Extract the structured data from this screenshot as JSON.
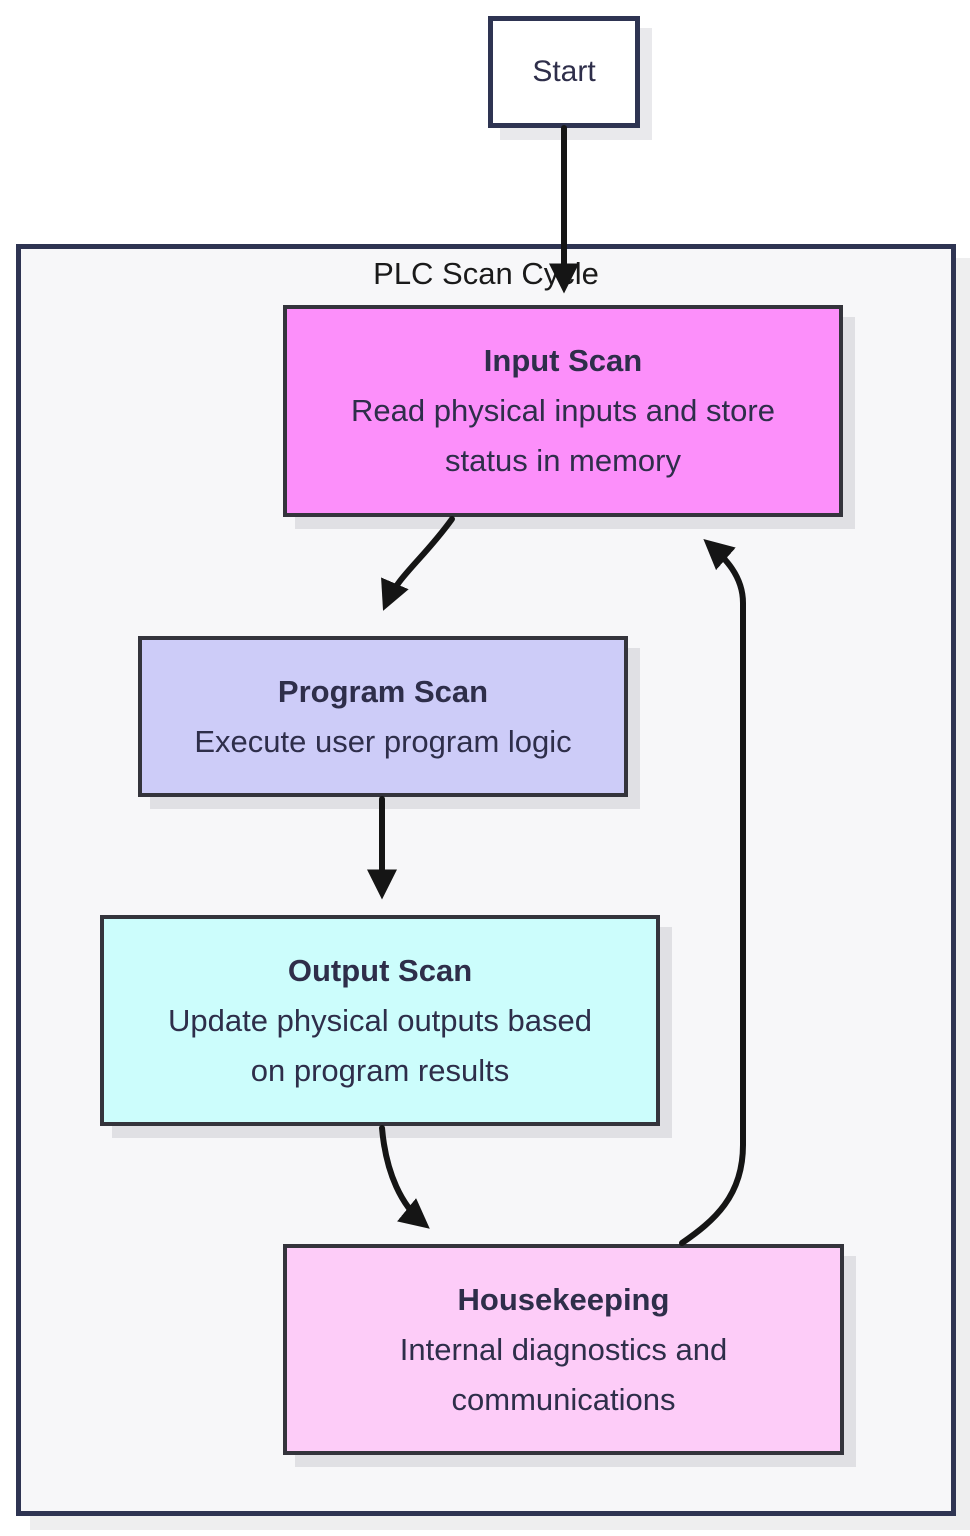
{
  "page": {
    "background": "#ffffff"
  },
  "diagram": {
    "type": "flowchart",
    "start": {
      "label": "Start"
    },
    "container": {
      "label": "PLC Scan Cycle"
    },
    "colors": {
      "container_bg": "#f7f7f9",
      "container_border": "#2e3452",
      "node_border": "#34343c",
      "node_text": "#2e2e4a",
      "arrow": "#151515",
      "input_fill": "#fc8ffa",
      "program_fill": "#cdccf8",
      "output_fill": "#ccfdfc",
      "housekeeping_fill": "#fdccf8"
    },
    "nodes": [
      {
        "id": "input-scan",
        "title": "Input Scan",
        "lines": [
          "Read physical inputs and store",
          "status in memory"
        ],
        "fill": "#fc8ffa"
      },
      {
        "id": "program-scan",
        "title": "Program Scan",
        "lines": [
          "Execute user program logic"
        ],
        "fill": "#cdccf8"
      },
      {
        "id": "output-scan",
        "title": "Output Scan",
        "lines": [
          "Update physical outputs based",
          "on program results"
        ],
        "fill": "#ccfdfc"
      },
      {
        "id": "housekeeping",
        "title": "Housekeeping",
        "lines": [
          "Internal diagnostics and",
          "communications"
        ],
        "fill": "#fdccf8"
      }
    ],
    "edges": [
      {
        "from": "start",
        "to": "input-scan"
      },
      {
        "from": "input-scan",
        "to": "program-scan"
      },
      {
        "from": "program-scan",
        "to": "output-scan"
      },
      {
        "from": "output-scan",
        "to": "housekeeping"
      },
      {
        "from": "housekeeping",
        "to": "input-scan"
      }
    ]
  }
}
